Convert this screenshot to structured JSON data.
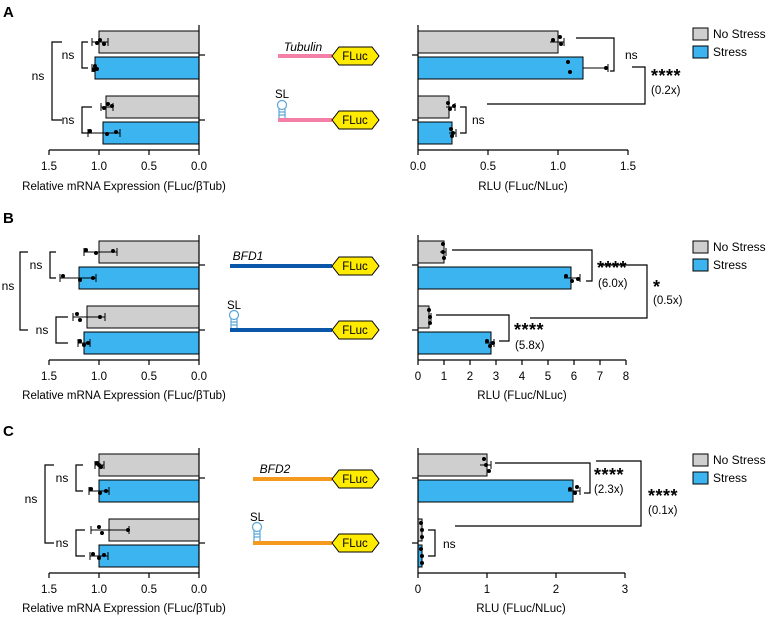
{
  "colors": {
    "no_stress": "#cfcfcf",
    "stress": "#3cb4f0",
    "tubulin": "#f47fa8",
    "bfd1": "#0a56a8",
    "bfd2": "#f39a1f",
    "fluc": "#ffeb00",
    "sl": "#5aa5d8"
  },
  "legend": {
    "no_stress": "No Stress",
    "stress": "Stress"
  },
  "panels": [
    {
      "letter": "A",
      "construct": "Tubulin",
      "fluc_label": "FLuc",
      "sl_label": "SL",
      "chart_data": [
        {
          "type": "bar",
          "orientation": "horizontal",
          "reversed": true,
          "xlabel": "Relative mRNA Expression (FLuc/βTub)",
          "ticks": [
            "1.5",
            "1.0",
            "0.5",
            "0.0"
          ],
          "xlim": [
            0,
            1.5
          ],
          "series": [
            {
              "name": "No Stress",
              "values": [
                1.0,
                0.93
              ]
            },
            {
              "name": "Stress",
              "values": [
                1.04,
                0.96
              ]
            }
          ],
          "annotations": {
            "inner": [
              "ns",
              "ns"
            ],
            "outer": "ns"
          }
        },
        {
          "type": "bar",
          "orientation": "horizontal",
          "xlabel": "RLU (FLuc/NLuc)",
          "ticks": [
            "0.0",
            "0.5",
            "1.0",
            "1.5"
          ],
          "xlim": [
            0,
            1.5
          ],
          "series": [
            {
              "name": "No Stress",
              "values": [
                1.0,
                0.22
              ]
            },
            {
              "name": "Stress",
              "values": [
                1.18,
                0.24
              ]
            }
          ],
          "annotations": {
            "top": "ns",
            "bottom": "ns",
            "outer_stars": "****",
            "outer_fold": "(0.2x)"
          }
        }
      ]
    },
    {
      "letter": "B",
      "construct": "BFD1",
      "fluc_label": "FLuc",
      "sl_label": "SL",
      "chart_data": [
        {
          "type": "bar",
          "orientation": "horizontal",
          "reversed": true,
          "xlabel": "Relative mRNA Expression (FLuc/βTub)",
          "ticks": [
            "1.5",
            "1.0",
            "0.5",
            "0.0"
          ],
          "xlim": [
            0,
            1.5
          ],
          "series": [
            {
              "name": "No Stress",
              "values": [
                1.0,
                1.12
              ]
            },
            {
              "name": "Stress",
              "values": [
                1.2,
                1.15
              ]
            }
          ],
          "annotations": {
            "inner": [
              "ns",
              "ns"
            ],
            "outer": "ns"
          }
        },
        {
          "type": "bar",
          "orientation": "horizontal",
          "xlabel": "RLU (FLuc/NLuc)",
          "ticks": [
            "0",
            "1",
            "2",
            "3",
            "4",
            "5",
            "6",
            "7",
            "8"
          ],
          "xlim": [
            0,
            8
          ],
          "series": [
            {
              "name": "No Stress",
              "values": [
                1.0,
                0.42
              ]
            },
            {
              "name": "Stress",
              "values": [
                5.9,
                2.8
              ]
            }
          ],
          "annotations": {
            "top_stars": "****",
            "top_fold": "(6.0x)",
            "bottom_stars": "****",
            "bottom_fold": "(5.8x)",
            "outer_stars": "*",
            "outer_fold": "(0.5x)"
          }
        }
      ]
    },
    {
      "letter": "C",
      "construct": "BFD2",
      "fluc_label": "FLuc",
      "sl_label": "SL",
      "chart_data": [
        {
          "type": "bar",
          "orientation": "horizontal",
          "reversed": true,
          "xlabel": "Relative mRNA Expression (FLuc/βTub)",
          "ticks": [
            "1.5",
            "1.0",
            "0.5",
            "0.0"
          ],
          "xlim": [
            0,
            1.5
          ],
          "series": [
            {
              "name": "No Stress",
              "values": [
                1.0,
                0.9
              ]
            },
            {
              "name": "Stress",
              "values": [
                1.0,
                1.0
              ]
            }
          ],
          "annotations": {
            "inner": [
              "ns",
              "ns"
            ],
            "outer": "ns"
          }
        },
        {
          "type": "bar",
          "orientation": "horizontal",
          "xlabel": "RLU (FLuc/NLuc)",
          "ticks": [
            "0",
            "1",
            "2",
            "3"
          ],
          "xlim": [
            0,
            3
          ],
          "series": [
            {
              "name": "No Stress",
              "values": [
                1.0,
                0.06
              ]
            },
            {
              "name": "Stress",
              "values": [
                2.25,
                0.05
              ]
            }
          ],
          "annotations": {
            "top_stars": "****",
            "top_fold": "(2.3x)",
            "bottom": "ns",
            "outer_stars": "****",
            "outer_fold": "(0.1x)"
          }
        }
      ]
    }
  ]
}
